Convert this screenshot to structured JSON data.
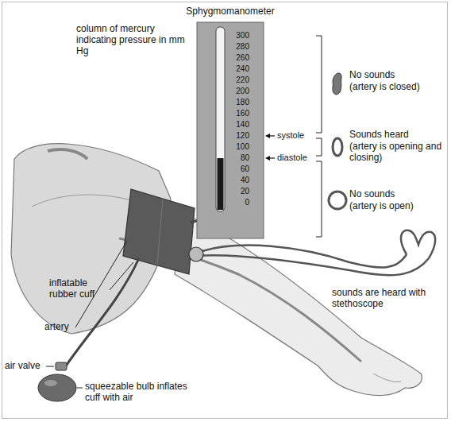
{
  "diagram": {
    "title": "Sphygmomanometer",
    "labels": [
      "column of mercury indicating pressure in mm Hg",
      "300",
      "280",
      "260",
      "240",
      "220",
      "200",
      "180",
      "160",
      "140",
      "120",
      "100",
      "80",
      "60",
      "40",
      "20",
      "0",
      "systole",
      "diastole",
      "No sounds",
      "(artery is closed)",
      "Sounds heard",
      "(artery is opening and closing)",
      "No sounds",
      "(artery is open)",
      "inflatable rubber cuff",
      "artery",
      "air valve",
      "squeezable bulb inflates cuff with air",
      "sounds are heard with stethoscope"
    ]
  }
}
